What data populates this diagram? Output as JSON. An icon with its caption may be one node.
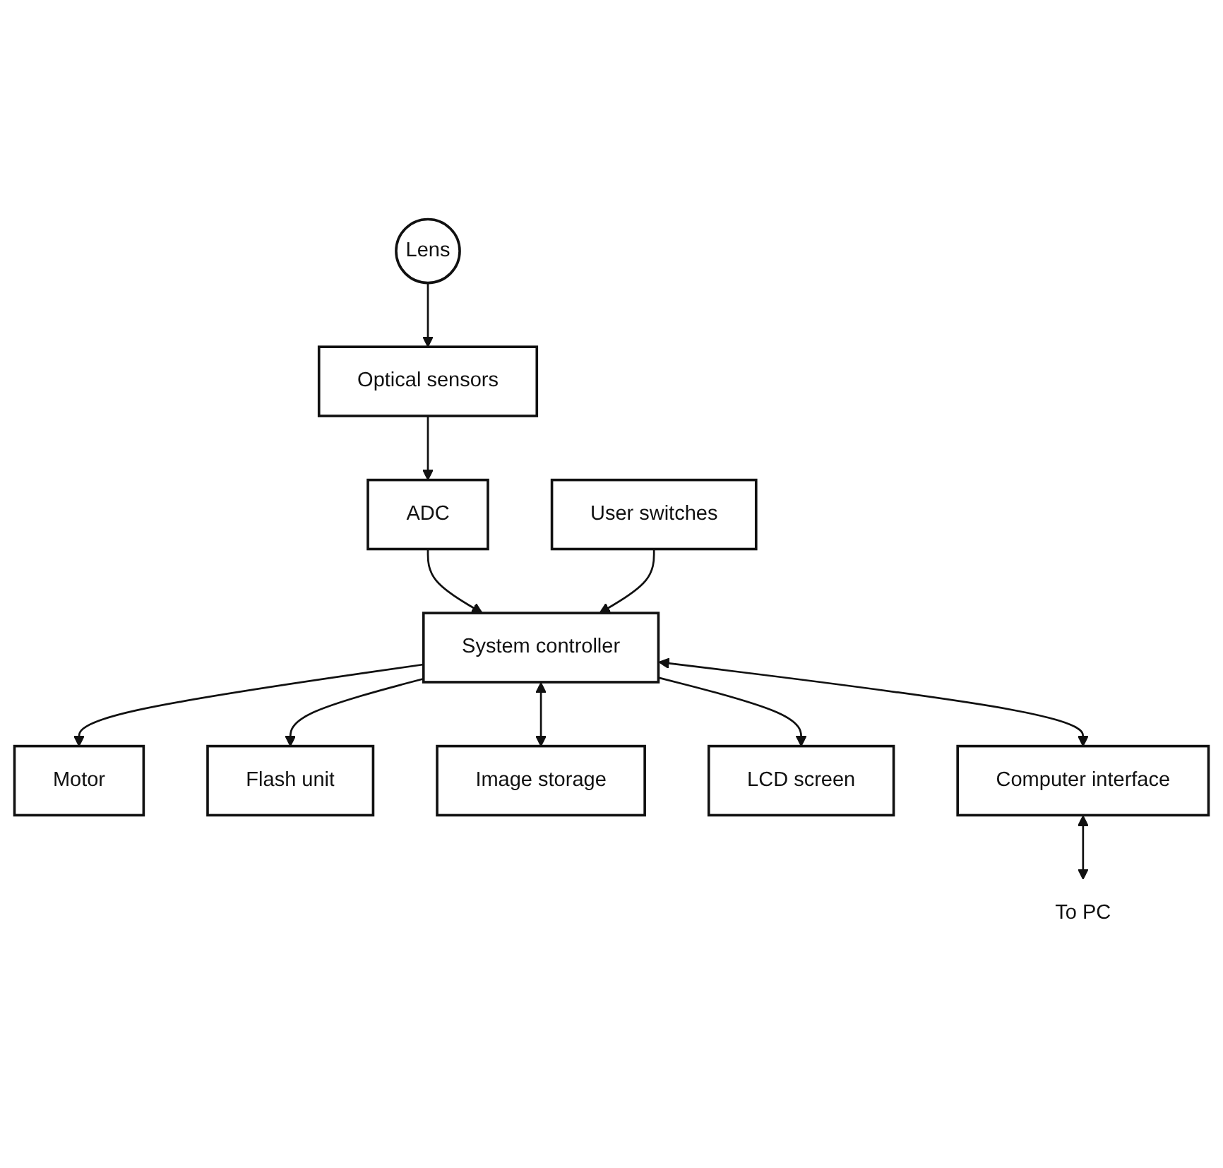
{
  "diagram": {
    "nodes": [
      {
        "text": [
          "Lens"
        ]
      },
      {
        "text": [
          "Optical sensors"
        ]
      },
      {
        "text": [
          "ADC"
        ]
      },
      {
        "text": [
          "User switches"
        ]
      },
      {
        "text": [
          "System controller"
        ]
      },
      {
        "text": [
          "Motor"
        ]
      },
      {
        "text": [
          "Flash unit"
        ]
      },
      {
        "text": [
          "Image storage"
        ]
      },
      {
        "text": [
          "LCD screen"
        ]
      },
      {
        "text": [
          "Computer interface"
        ]
      },
      {
        "text": [
          "To PC"
        ]
      }
    ],
    "edges": [
      {
        "from": 0,
        "to": 1,
        "arrow": "to"
      },
      {
        "from": 1,
        "to": 2,
        "arrow": "to"
      },
      {
        "from": 2,
        "to": 4,
        "arrow": "to"
      },
      {
        "from": 3,
        "to": 4,
        "arrow": "to"
      },
      {
        "from": 4,
        "to": 5,
        "arrow": "to"
      },
      {
        "from": 4,
        "to": 6,
        "arrow": "to"
      },
      {
        "from": 4,
        "to": 7,
        "arrow": "both"
      },
      {
        "from": 4,
        "to": 8,
        "arrow": "to"
      },
      {
        "from": 4,
        "to": 9,
        "arrow": "both"
      },
      {
        "from": 9,
        "to": 10,
        "arrow": "both"
      }
    ]
  }
}
